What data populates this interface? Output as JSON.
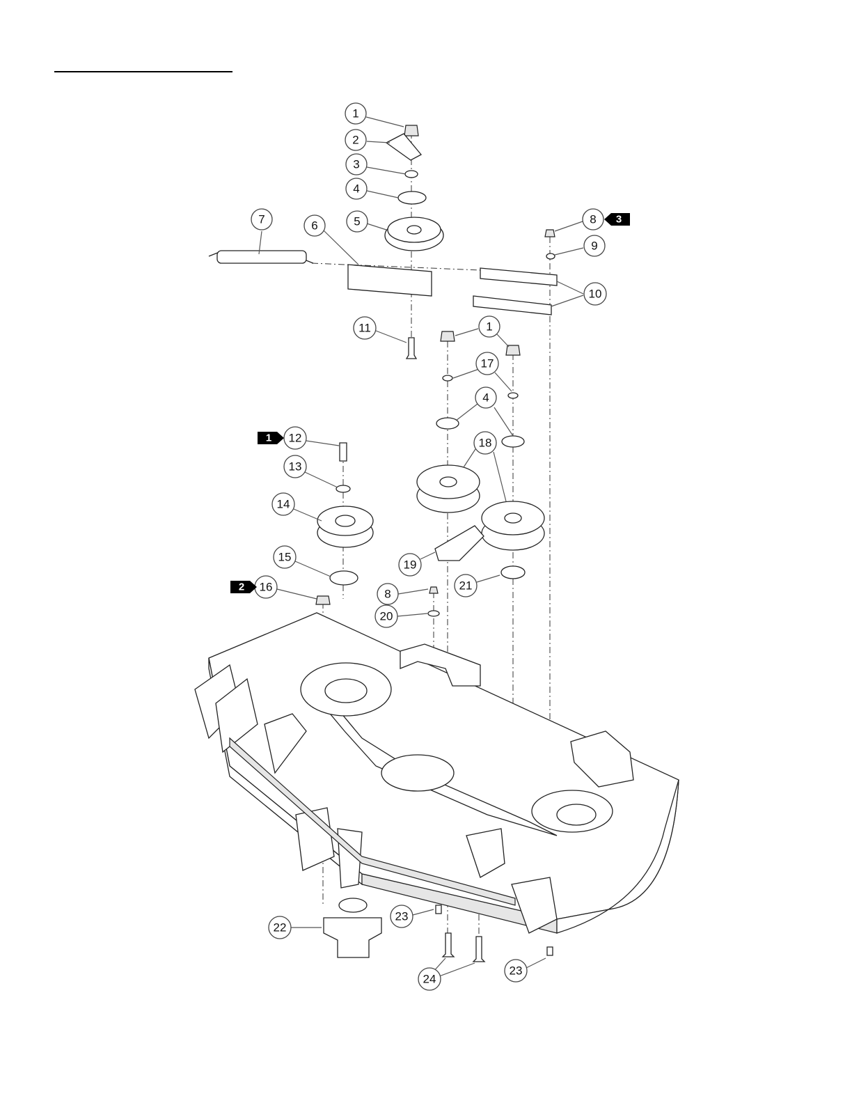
{
  "callouts": [
    {
      "label": "1"
    },
    {
      "label": "2"
    },
    {
      "label": "3"
    },
    {
      "label": "4"
    },
    {
      "label": "5"
    },
    {
      "label": "6"
    },
    {
      "label": "7"
    },
    {
      "label": "8"
    },
    {
      "label": "9"
    },
    {
      "label": "10"
    },
    {
      "label": "11"
    },
    {
      "label": "1"
    },
    {
      "label": "17"
    },
    {
      "label": "4"
    },
    {
      "label": "18"
    },
    {
      "label": "12"
    },
    {
      "label": "13"
    },
    {
      "label": "14"
    },
    {
      "label": "15"
    },
    {
      "label": "16"
    },
    {
      "label": "19"
    },
    {
      "label": "8"
    },
    {
      "label": "20"
    },
    {
      "label": "21"
    },
    {
      "label": "22"
    },
    {
      "label": "23"
    },
    {
      "label": "24"
    },
    {
      "label": "23"
    }
  ],
  "badges": [
    {
      "label": "3"
    },
    {
      "label": "1"
    },
    {
      "label": "2"
    }
  ],
  "colors": {
    "badge": "#000000",
    "line": "#222222"
  }
}
